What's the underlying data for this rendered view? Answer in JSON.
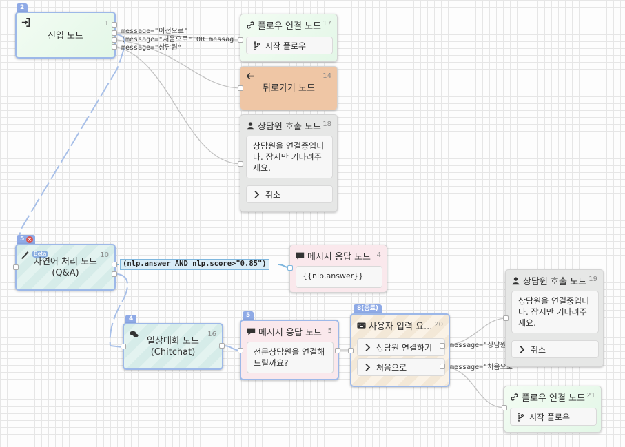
{
  "nodes": {
    "entry": {
      "tab": "2",
      "title": "진입 노드",
      "num": "1"
    },
    "flow_link_top": {
      "title": "플로우 연결 노드",
      "num": "17",
      "button": "시작 플로우"
    },
    "back": {
      "title": "뒤로가기 노드",
      "num": "14"
    },
    "agent_top": {
      "title": "상담원 호출 노드",
      "num": "18",
      "message": "상담원을 연결중입니다. 잠시만 기다려주세요.",
      "button": "취소"
    },
    "nlp": {
      "tab": "5",
      "badge": "Beta",
      "title": "자연어 처리 노드",
      "subtitle": "(Q&A)",
      "num": "10"
    },
    "msg_nlp": {
      "title": "메시지 응답 노드",
      "num": "4",
      "message": "{{nlp.answer}}"
    },
    "chitchat": {
      "tab": "4",
      "title": "일상대화 노드",
      "subtitle": "(Chitchat)",
      "num": "16"
    },
    "msg_agent": {
      "tab": "5",
      "title": "메시지 응답 노드",
      "num": "5",
      "message": "전문상담원을 연결해 드릴까요?"
    },
    "user_input": {
      "tab": "8(종료)",
      "title": "사용자 입력 요...",
      "num": "20",
      "options": [
        "상담원 연결하기",
        "처음으로"
      ]
    },
    "agent_bottom": {
      "title": "상담원 호출 노드",
      "num": "19",
      "message": "상담원을 연결중입니다. 잠시만 기다려주세요.",
      "button": "취소"
    },
    "flow_link_bottom": {
      "title": "플로우 연결 노드",
      "num": "21",
      "button": "시작 플로우"
    }
  },
  "edge_labels": {
    "entry_1": "message=\"이전으로\"",
    "entry_2": "(message=\"처음으로\" OR messag",
    "entry_3": "message=\"상담원\"",
    "nlp_condition": "(nlp.answer AND nlp.score>\"0.85\")",
    "input_1": "message=\"상담원",
    "input_2": "message=\"처음으로"
  }
}
